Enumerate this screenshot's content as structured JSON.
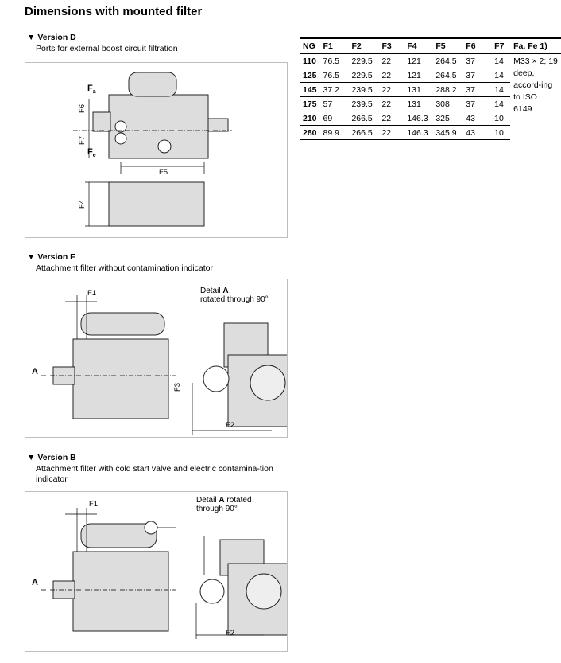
{
  "title": "Dimensions with mounted filter",
  "version_d": {
    "heading": "Version D",
    "subtitle": "Ports for external boost circuit filtration",
    "labels": {
      "fa": "F",
      "fa_sub": "a",
      "fe": "F",
      "fe_sub": "e",
      "f6": "F6",
      "f7": "F7",
      "f5": "F5",
      "f4": "F4"
    }
  },
  "version_f": {
    "heading": "Version F",
    "subtitle": "Attachment filter without contamination indicator",
    "labels": {
      "f1": "F1",
      "detail_pre": "Detail ",
      "detail_a": "A",
      "detail_post": "rotated through 90°",
      "a": "A",
      "f3": "F3",
      "f2": "F2"
    }
  },
  "version_b": {
    "heading": "Version B",
    "subtitle": "Attachment filter with cold start valve and electric contamina-tion indicator",
    "labels": {
      "f1": "F1",
      "detail_pre": "Detail ",
      "detail_a": "A",
      "detail_post1": " rotated",
      "detail_post2": "through 90°",
      "a": "A",
      "f2": "F2"
    }
  },
  "table": {
    "headers": [
      "NG",
      "F1",
      "F2",
      "F3",
      "F4",
      "F5",
      "F6",
      "F7",
      "Fa, Fe 1)"
    ],
    "rows": [
      [
        "110",
        "76.5",
        "229.5",
        "22",
        "121",
        "264.5",
        "37",
        "14"
      ],
      [
        "125",
        "76.5",
        "229.5",
        "22",
        "121",
        "264.5",
        "37",
        "14"
      ],
      [
        "145",
        "37.2",
        "239.5",
        "22",
        "131",
        "288.2",
        "37",
        "14"
      ],
      [
        "175",
        "57",
        "239.5",
        "22",
        "131",
        "308",
        "37",
        "14"
      ],
      [
        "210",
        "69",
        "266.5",
        "22",
        "146.3",
        "325",
        "43",
        "10"
      ],
      [
        "280",
        "89.9",
        "266.5",
        "22",
        "146.3",
        "345.9",
        "43",
        "10"
      ]
    ],
    "note": "M33 × 2; 19 deep, accord-ing to ISO 6149"
  }
}
